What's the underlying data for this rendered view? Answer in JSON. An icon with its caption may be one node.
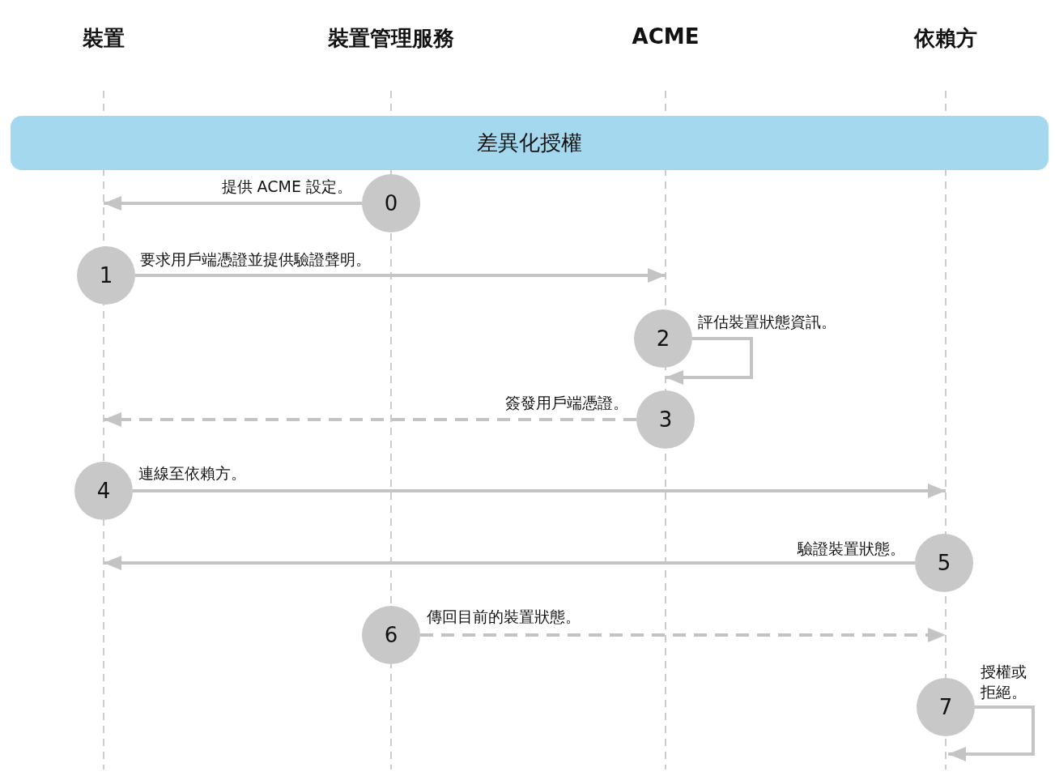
{
  "diagram": {
    "nodes": [
      {
        "text": [
          "裝置"
        ]
      },
      {
        "text": [
          "裝置管理服務"
        ]
      },
      {
        "text": [
          "ACME"
        ]
      },
      {
        "text": [
          "依賴方"
        ]
      },
      {
        "text": [
          "差異化授權"
        ]
      },
      {
        "text": [
          "0"
        ]
      },
      {
        "text": [
          "1"
        ]
      },
      {
        "text": [
          "2"
        ]
      },
      {
        "text": [
          "3"
        ]
      },
      {
        "text": [
          "4"
        ]
      },
      {
        "text": [
          "5"
        ]
      },
      {
        "text": [
          "6"
        ]
      },
      {
        "text": [
          "7"
        ]
      }
    ],
    "edges": [
      {
        "from": 5,
        "to": null,
        "arrow": "to",
        "label": "提供 ACME 設定。"
      },
      {
        "from": 6,
        "to": null,
        "arrow": "to",
        "label": "要求用戶端憑證並提供驗證聲明。"
      },
      {
        "from": 7,
        "to": 7,
        "arrow": "to",
        "label": "評估裝置狀態資訊。"
      },
      {
        "from": 8,
        "to": null,
        "arrow": "to",
        "label": "簽發用戶端憑證。",
        "style": "dashed"
      },
      {
        "from": 9,
        "to": null,
        "arrow": "to",
        "label": "連線至依賴方。"
      },
      {
        "from": 10,
        "to": null,
        "arrow": "to",
        "label": "驗證裝置狀態。"
      },
      {
        "from": 11,
        "to": null,
        "arrow": "to",
        "label": "傳回目前的裝置狀態。",
        "style": "dashed"
      },
      {
        "from": 12,
        "to": 12,
        "arrow": "to",
        "label": "授權或拒絕。"
      }
    ]
  }
}
